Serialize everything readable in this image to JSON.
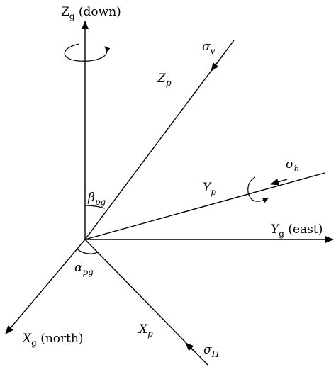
{
  "axes": {
    "zg": {
      "main": "Z",
      "sub": "g",
      "suffix": " (down)"
    },
    "yg": {
      "main": "Y",
      "sub": "g",
      "suffix": " (east)"
    },
    "xg": {
      "main": "X",
      "sub": "g",
      "suffix": " (north)"
    },
    "zp": {
      "main": "Z",
      "sub": "p"
    },
    "yp": {
      "main": "Y",
      "sub": "p"
    },
    "xp": {
      "main": "X",
      "sub": "p"
    }
  },
  "angles": {
    "beta": {
      "main": "β",
      "sub": "pg"
    },
    "alpha": {
      "main": "α",
      "sub": "pg"
    }
  },
  "stresses": {
    "sigma_v": {
      "main": "σ",
      "sub": "v"
    },
    "sigma_h": {
      "main": "σ",
      "sub": "h"
    },
    "sigma_H": {
      "main": "σ",
      "sub": "H"
    }
  },
  "colors": {
    "ink": "#000000",
    "background": "#ffffff"
  }
}
